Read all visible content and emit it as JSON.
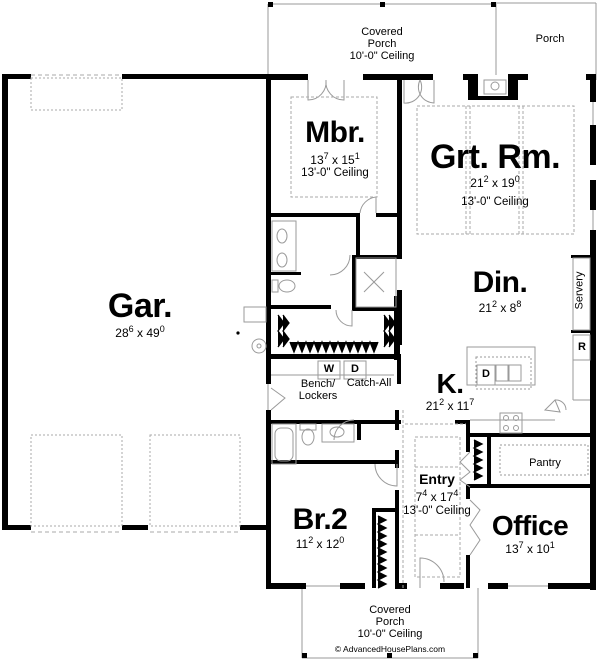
{
  "plan": {
    "copyright": "AdvancedHousePlans.com",
    "copyright_symbol": "©"
  },
  "rooms": {
    "garage": {
      "name": "Gar.",
      "dim_w": "28",
      "dim_w_in": "6",
      "dim_x": "x",
      "dim_l": "49",
      "dim_l_in": "0"
    },
    "master_bedroom": {
      "name": "Mbr.",
      "dim_w": "13",
      "dim_w_in": "7",
      "dim_x": "x",
      "dim_l": "15",
      "dim_l_in": "1",
      "ceiling": "13'-0\" Ceiling"
    },
    "great_room": {
      "name": "Grt. Rm.",
      "dim_w": "21",
      "dim_w_in": "2",
      "dim_x": "x",
      "dim_l": "19",
      "dim_l_in": "0",
      "ceiling": "13'-0\" Ceiling"
    },
    "dining": {
      "name": "Din.",
      "dim_w": "21",
      "dim_w_in": "2",
      "dim_x": "x",
      "dim_l": "8",
      "dim_l_in": "8"
    },
    "kitchen": {
      "name": "K.",
      "dim_w": "21",
      "dim_w_in": "2",
      "dim_x": "x",
      "dim_l": "11",
      "dim_l_in": "7"
    },
    "bedroom2": {
      "name": "Br.2",
      "dim_w": "11",
      "dim_w_in": "2",
      "dim_x": "x",
      "dim_l": "12",
      "dim_l_in": "0"
    },
    "entry": {
      "name": "Entry",
      "dim_w": "7",
      "dim_w_in": "4",
      "dim_x": "x",
      "dim_l": "17",
      "dim_l_in": "4",
      "ceiling": "13'-0\" Ceiling"
    },
    "office": {
      "name": "Office",
      "dim_w": "13",
      "dim_w_in": "7",
      "dim_x": "x",
      "dim_l": "10",
      "dim_l_in": "1"
    },
    "pantry": {
      "name": "Pantry"
    },
    "servery": {
      "name": "Servery"
    },
    "bench_lockers": {
      "line1": "Bench/",
      "line2": "Lockers"
    },
    "catch_all": {
      "name": "Catch-All"
    },
    "rear_covered_porch": {
      "line1": "Covered",
      "line2": "Porch",
      "line3": "10'-0\" Ceiling"
    },
    "rear_porch": {
      "name": "Porch"
    },
    "front_covered_porch": {
      "line1": "Covered",
      "line2": "Porch",
      "line3": "10'-0\" Ceiling"
    }
  },
  "appliances": {
    "washer": "W",
    "dryer": "D",
    "dishwasher": "D",
    "refrigerator": "R"
  },
  "colors": {
    "wall": "#000000",
    "fixture": "#9a9a9a",
    "dashed": "#aaaaaa",
    "background": "#ffffff"
  }
}
